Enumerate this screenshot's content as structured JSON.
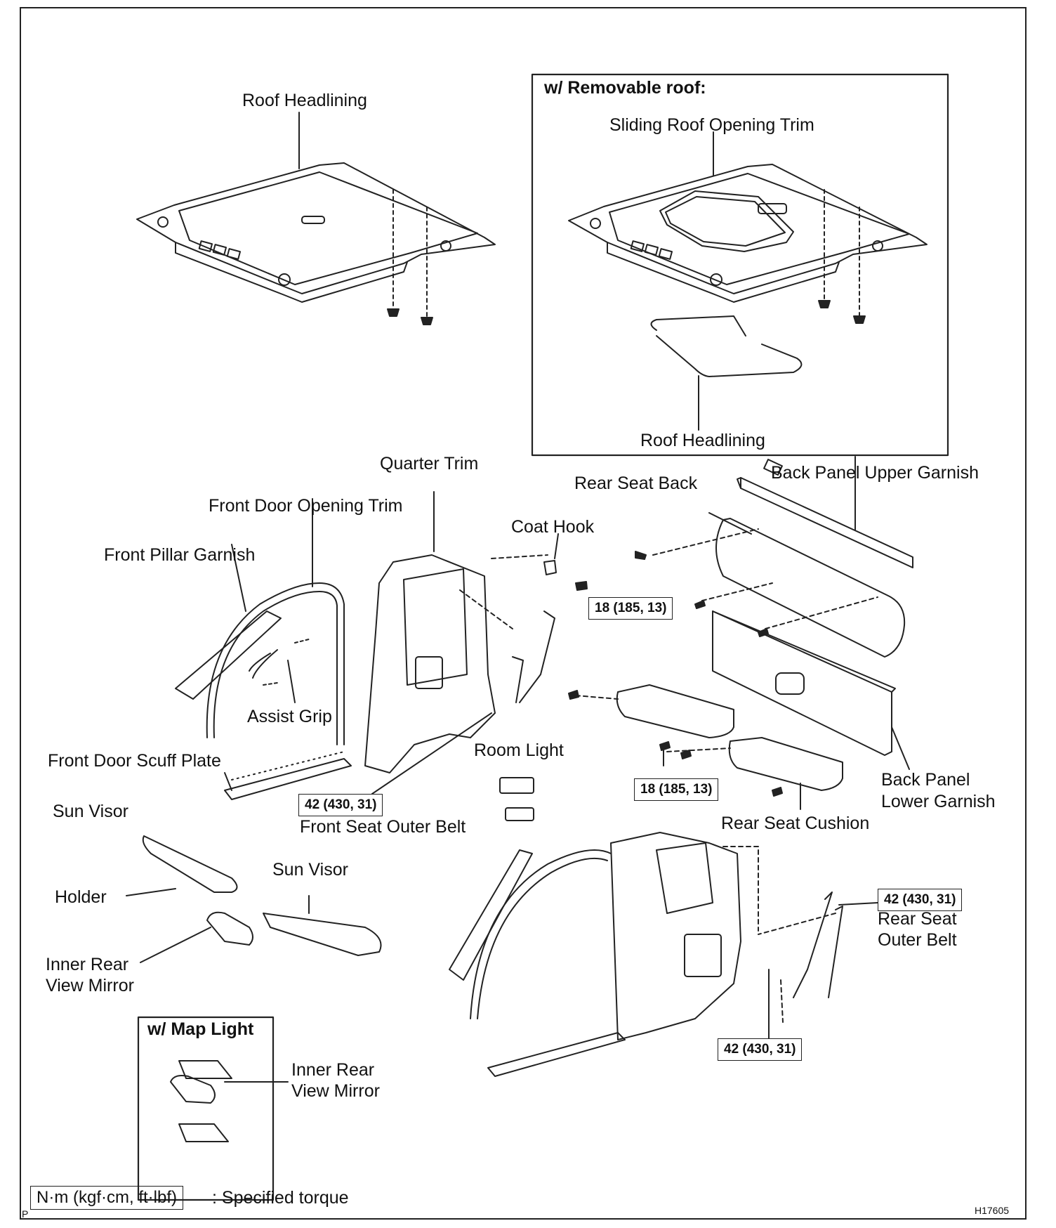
{
  "insets": {
    "removable_roof_title": "w/ Removable roof:",
    "map_light_title": "w/ Map Light"
  },
  "labels": {
    "roof_headlining": "Roof Headlining",
    "sliding_roof_opening_trim": "Sliding Roof Opening Trim",
    "roof_headlining_inset": "Roof Headlining",
    "quarter_trim": "Quarter Trim",
    "front_door_opening_trim": "Front Door Opening Trim",
    "front_pillar_garnish": "Front Pillar Garnish",
    "coat_hook": "Coat Hook",
    "rear_seat_back": "Rear Seat Back",
    "back_panel_upper_garnish": "Back Panel Upper Garnish",
    "assist_grip": "Assist Grip",
    "front_door_scuff_plate": "Front Door Scuff Plate",
    "room_light": "Room Light",
    "sun_visor_left": "Sun Visor",
    "front_seat_outer_belt": "Front Seat Outer Belt",
    "back_panel_lower_garnish_1": "Back Panel",
    "back_panel_lower_garnish_2": "Lower Garnish",
    "rear_seat_cushion": "Rear Seat Cushion",
    "sun_visor_right": "Sun Visor",
    "holder": "Holder",
    "inner_rear_view_mirror_1": "Inner Rear",
    "inner_rear_view_mirror_2": "View Mirror",
    "rear_seat_outer_belt_1": "Rear Seat",
    "rear_seat_outer_belt_2": "Outer Belt",
    "map_inner_rear_view_mirror_1": "Inner Rear",
    "map_inner_rear_view_mirror_2": "View Mirror"
  },
  "torques": {
    "seat_back_bolt": "18 (185, 13)",
    "seat_cushion_bolt": "18 (185, 13)",
    "front_belt_bolt": "42 (430, 31)",
    "rear_belt_upper": "42 (430, 31)",
    "rear_belt_lower": "42 (430, 31)"
  },
  "legend": {
    "unit_box": "N·m (kgf·cm, ft·lbf)",
    "unit_desc": ": Specified torque"
  },
  "figure_id": "H17605",
  "corner_mark": "P"
}
